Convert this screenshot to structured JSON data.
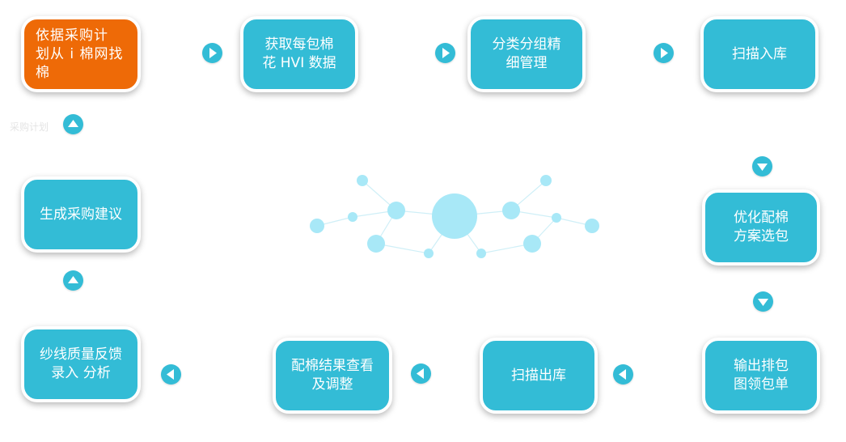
{
  "colors": {
    "node_fill": "#33bcd6",
    "start_fill": "#ee6a07",
    "border": "#ffffff",
    "network_fill": "#a8e8f7",
    "network_line": "#cfeff7"
  },
  "nodes": {
    "n1": "依据采购计\n划从 i 棉网找\n棉",
    "n2": "获取每包棉\n花 HVI 数据",
    "n3": "分类分组精\n细管理",
    "n4": "扫描入库",
    "n5": "优化配棉\n方案选包",
    "n6": "输出排包\n图领包单",
    "n7": "扫描出库",
    "n8": "配棉结果查看\n及调整",
    "n9": "纱线质量反馈\n录入 分析",
    "n10": "生成采购建议"
  },
  "faint_label": "采购计划",
  "icons": {
    "arrow_right": "chevron-right-icon",
    "arrow_left": "chevron-left-icon",
    "arrow_down": "chevron-down-icon",
    "arrow_up": "chevron-up-icon"
  }
}
